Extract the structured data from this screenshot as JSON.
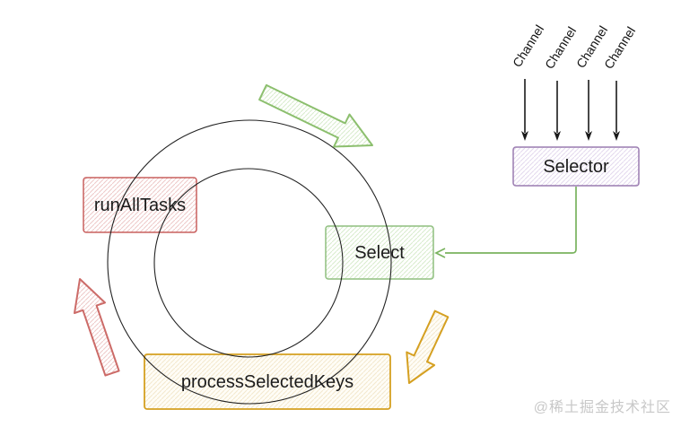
{
  "nodes": {
    "selector": {
      "label": "Selector",
      "border_color": "#9a7bb0"
    },
    "select": {
      "label": "Select",
      "border_color": "#8fbf7f"
    },
    "run_all_tasks": {
      "label": "runAllTasks",
      "border_color": "#c9605f"
    },
    "process_selected_keys": {
      "label": "processSelectedKeys",
      "border_color": "#d5a021"
    }
  },
  "channels": [
    {
      "label": "Channel"
    },
    {
      "label": "Channel"
    },
    {
      "label": "Channel"
    },
    {
      "label": "Channel"
    }
  ],
  "arrows": {
    "loop_top_color": "#8cbf6e",
    "loop_bottom_right_color": "#d5a021",
    "loop_left_color": "#cc6b68",
    "selector_to_select_color": "#79b35e",
    "channel_arrow_color": "#1a1a1a"
  },
  "watermark": {
    "text": "@稀土掘金技术社区",
    "color": "#c8c8c8"
  }
}
